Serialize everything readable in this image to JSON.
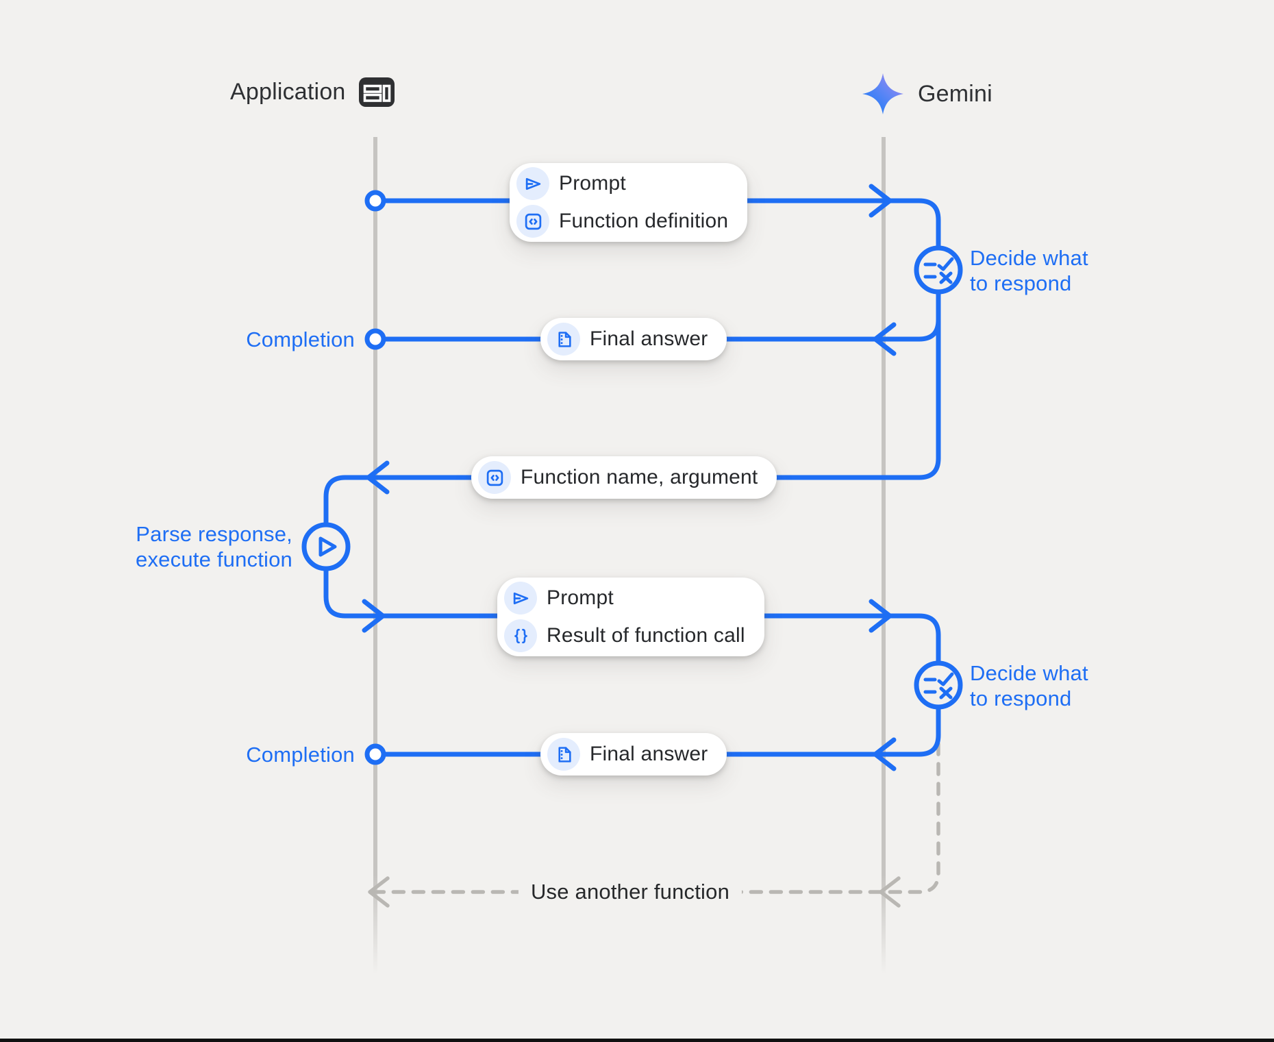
{
  "colors": {
    "background": "#f2f1ef",
    "accent_blue": "#1e6ef4",
    "lifeline_gray": "#c6c4c1",
    "dashed_gray": "#b9b7b3",
    "pill_background": "#ffffff",
    "pill_icon_background": "#e4edfd",
    "text_dark": "#26282b"
  },
  "header": {
    "application": {
      "label": "Application",
      "icon": "app-window-icon"
    },
    "gemini": {
      "label": "Gemini",
      "icon": "gemini-star-icon"
    }
  },
  "pills": {
    "prompt_def": {
      "rows": [
        {
          "icon": "send-icon",
          "label": "Prompt"
        },
        {
          "icon": "code-icon",
          "label": "Function definition"
        }
      ]
    },
    "final_1": {
      "rows": [
        {
          "icon": "document-icon",
          "label": "Final answer"
        }
      ]
    },
    "func_name": {
      "rows": [
        {
          "icon": "code-icon",
          "label": "Function name,  argument"
        }
      ]
    },
    "prompt_result": {
      "rows": [
        {
          "icon": "send-icon",
          "label": "Prompt"
        },
        {
          "icon": "braces-icon",
          "label": "Result of function call"
        }
      ]
    },
    "final_2": {
      "rows": [
        {
          "icon": "document-icon",
          "label": "Final answer"
        }
      ]
    }
  },
  "labels": {
    "completion_1": "Completion",
    "completion_2": "Completion",
    "decide_1": "Decide what\nto respond",
    "decide_2": "Decide what\nto respond",
    "parse": "Parse response,\nexecute function",
    "loop": "Use another function"
  }
}
